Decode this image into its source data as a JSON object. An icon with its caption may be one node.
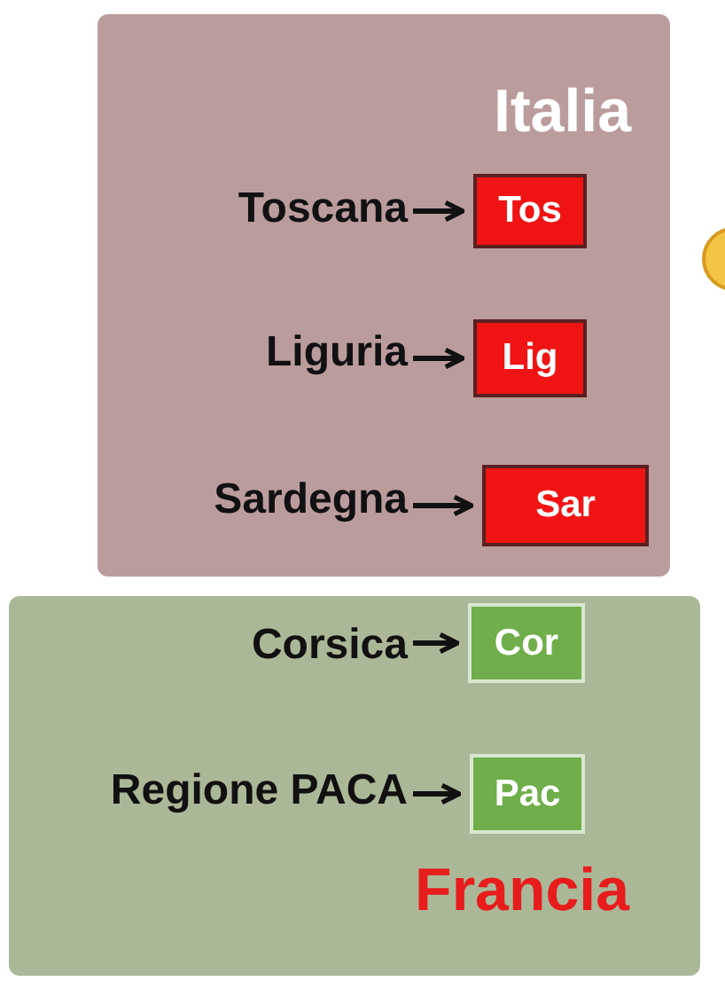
{
  "diagram": {
    "nodes": [
      {
        "text": [
          "Italia"
        ]
      },
      {
        "text": [
          "Toscana"
        ],
        "in": 0
      },
      {
        "text": [
          "Tos"
        ],
        "in": 0
      },
      {
        "text": [
          "Liguria"
        ],
        "in": 0
      },
      {
        "text": [
          "Lig"
        ],
        "in": 0
      },
      {
        "text": [
          "Sardegna"
        ],
        "in": 0
      },
      {
        "text": [
          "Sar"
        ],
        "in": 0
      },
      {
        "text": [
          "Francia"
        ]
      },
      {
        "text": [
          "Corsica"
        ],
        "in": 7
      },
      {
        "text": [
          "Cor"
        ],
        "in": 7
      },
      {
        "text": [
          "Regione PACA"
        ],
        "in": 7
      },
      {
        "text": [
          "Pac"
        ],
        "in": 7
      }
    ],
    "edges": [
      {
        "from": 1,
        "to": 2,
        "arrow": "to"
      },
      {
        "from": 3,
        "to": 4,
        "arrow": "to"
      },
      {
        "from": 5,
        "to": 6,
        "arrow": "to"
      },
      {
        "from": 8,
        "to": 9,
        "arrow": "to"
      },
      {
        "from": 10,
        "to": 11,
        "arrow": "to"
      }
    ]
  }
}
